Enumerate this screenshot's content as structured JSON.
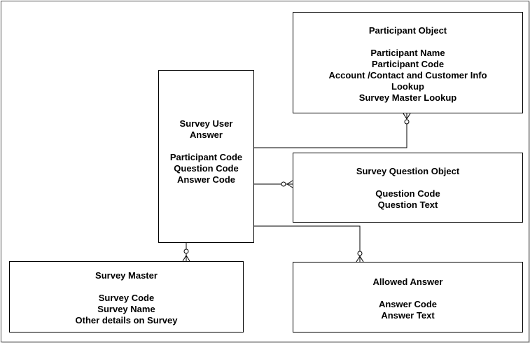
{
  "entities": {
    "participant": {
      "title": "Participant Object",
      "fields": [
        "Participant Name",
        "Participant Code",
        "Account /Contact and Customer Info",
        "Lookup",
        "Survey Master Lookup"
      ]
    },
    "survey_user_answer": {
      "title_line1": "Survey User",
      "title_line2": "Answer",
      "fields": [
        "Participant Code",
        "Question Code",
        "Answer Code"
      ]
    },
    "survey_question": {
      "title": "Survey Question Object",
      "fields": [
        "Question Code",
        "Question Text"
      ]
    },
    "survey_master": {
      "title": "Survey Master",
      "fields": [
        "Survey Code",
        "Survey Name",
        "Other details on Survey"
      ]
    },
    "allowed_answer": {
      "title": "Allowed Answer",
      "fields": [
        "Answer Code",
        "Answer Text"
      ]
    }
  },
  "relationships": [
    {
      "from": "Survey User Answer",
      "to": "Participant Object",
      "cardinality": "zero-or-many"
    },
    {
      "from": "Survey User Answer",
      "to": "Survey Question Object",
      "cardinality": "zero-or-many"
    },
    {
      "from": "Survey User Answer",
      "to": "Allowed Answer",
      "cardinality": "zero-or-many"
    },
    {
      "from": "Survey User Answer",
      "to": "Survey Master",
      "cardinality": "zero-or-many"
    }
  ],
  "colors": {
    "line": "#000000",
    "box_border": "#000000",
    "background": "#ffffff"
  }
}
